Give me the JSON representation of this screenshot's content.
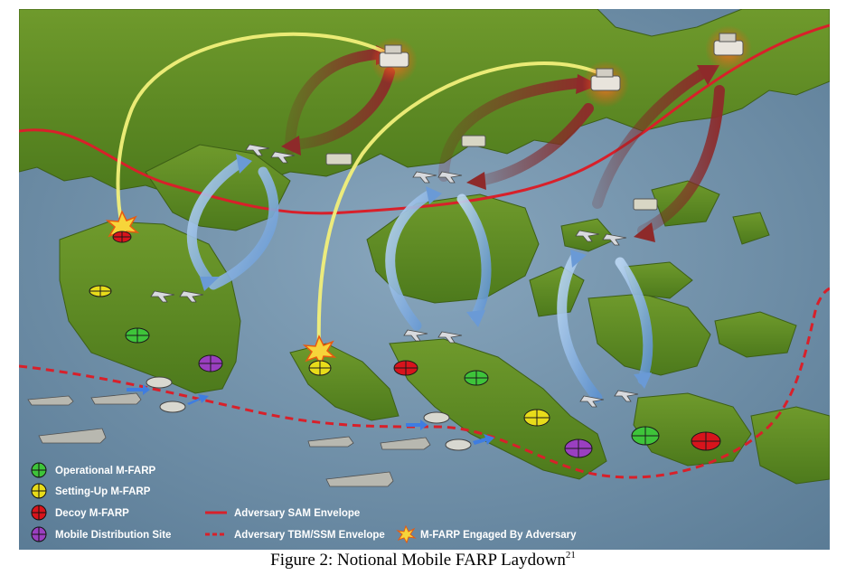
{
  "colors": {
    "sea": "#6e8ea8",
    "land": "#5d8a22",
    "operational": "#3ec43a",
    "setting_up": "#e8dc1a",
    "decoy": "#d8141c",
    "distribution": "#9a3fc0",
    "sam_envelope": "#d8202a",
    "tbm_envelope": "#d8202a",
    "adversary_arrow": "#8a2a2a",
    "friendly_arrow": "#9cc2ec",
    "strike_path": "#f2f07a"
  },
  "legend": [
    {
      "key": "operational",
      "label": "Operational M-FARP",
      "icon": "green-crosshair-icon"
    },
    {
      "key": "setting_up",
      "label": "Setting-Up M-FARP",
      "icon": "yellow-crosshair-icon"
    },
    {
      "key": "decoy",
      "label": "Decoy M-FARP",
      "icon": "red-crosshair-icon"
    },
    {
      "key": "distribution",
      "label": "Mobile Distribution Site",
      "icon": "purple-crosshair-icon"
    },
    {
      "key": "sam",
      "label": "Adversary SAM Envelope",
      "icon": "solid-red-line-icon"
    },
    {
      "key": "tbm",
      "label": "Adversary TBM/SSM Envelope",
      "icon": "dashed-red-line-icon"
    },
    {
      "key": "engaged",
      "label": "M-FARP Engaged By Adversary",
      "icon": "explosion-icon"
    }
  ],
  "caption": {
    "text": "Figure 2: Notional Mobile FARP Laydown",
    "footnote": "21"
  }
}
